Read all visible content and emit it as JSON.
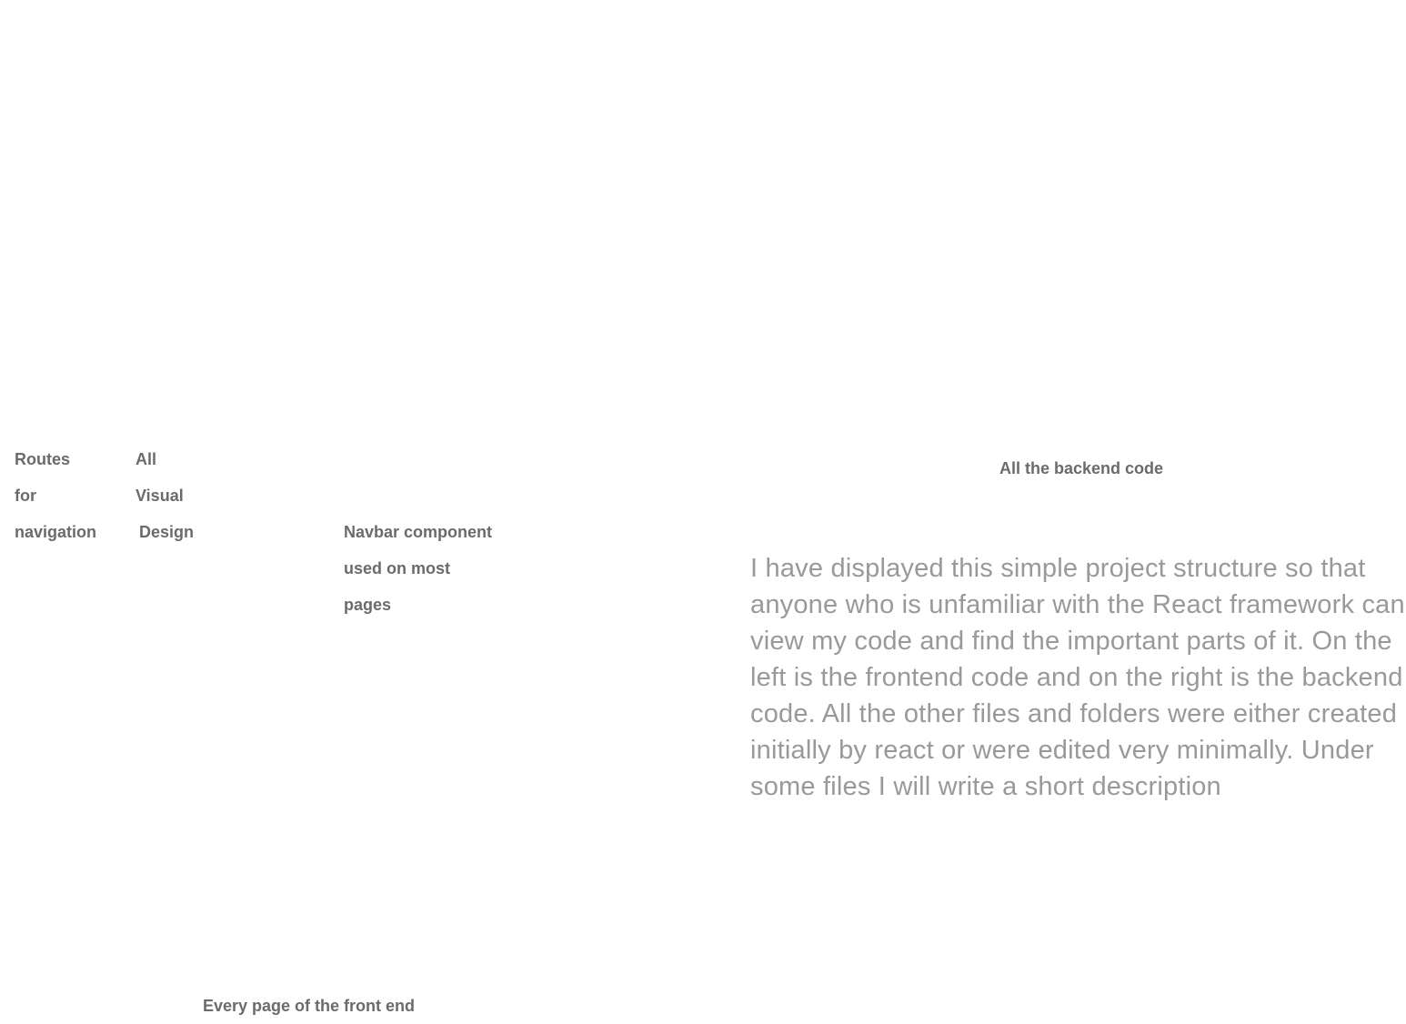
{
  "annotations": {
    "routes": [
      "Routes",
      "for",
      "navigation"
    ],
    "visual_design": [
      "All",
      "Visual",
      "Design"
    ],
    "navbar": [
      "Navbar component",
      "used on most",
      "pages"
    ],
    "backend": "All the backend code",
    "pages": "Every page of the front end"
  },
  "description": "I have displayed this simple project structure so that anyone who is unfamiliar with the React framework can view my code and find the important parts of it. On the left is the frontend code and on the right is the backend code. All the other files and folders were either created initially by react or were edited very minimally. Under some files I will write a short description",
  "colors": {
    "annotation_text": "#6b6b6b",
    "description_text": "#999999",
    "background": "#ffffff"
  }
}
